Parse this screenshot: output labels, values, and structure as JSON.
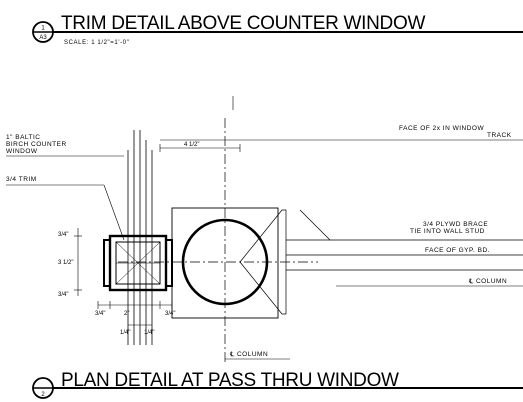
{
  "detail_top": {
    "title": "TRIM DETAIL ABOVE COUNTER WINDOW",
    "scale": "SCALE: 1 1/2\"=1'-0\"",
    "bubble_number": "1",
    "bubble_sheet": "A3"
  },
  "detail_bottom": {
    "title": "PLAN DETAIL AT PASS THRU WINDOW",
    "bubble_number": "2"
  },
  "notes": {
    "baltic_line1": "1\" BALTIC",
    "baltic_line2": "BIRCH COUNTER",
    "baltic_line3": "WINDOW",
    "trim": "3/4 TRIM",
    "face_2x_line1": "FACE OF 2x IN WINDOW",
    "face_2x_line2": "TRACK",
    "plywd_line1": "3/4 PLYWD BRACE",
    "plywd_line2": "TIE INTO WALL STUD",
    "face_gyp": "FACE OF GYP. BD.",
    "col_right": "℄ COLUMN",
    "col_bottom": "℄ COLUMN"
  },
  "dimensions": {
    "top_span": "4 1/2\"",
    "left_upper": "3/4\"",
    "left_mid": "3 1/2\"",
    "left_lower": "3/4\"",
    "bottom_1": "3/4\"",
    "bottom_2": "2\"",
    "bottom_3": "3/4\"",
    "bottom_4": "1/4\"",
    "bottom_5": "1/4\""
  }
}
